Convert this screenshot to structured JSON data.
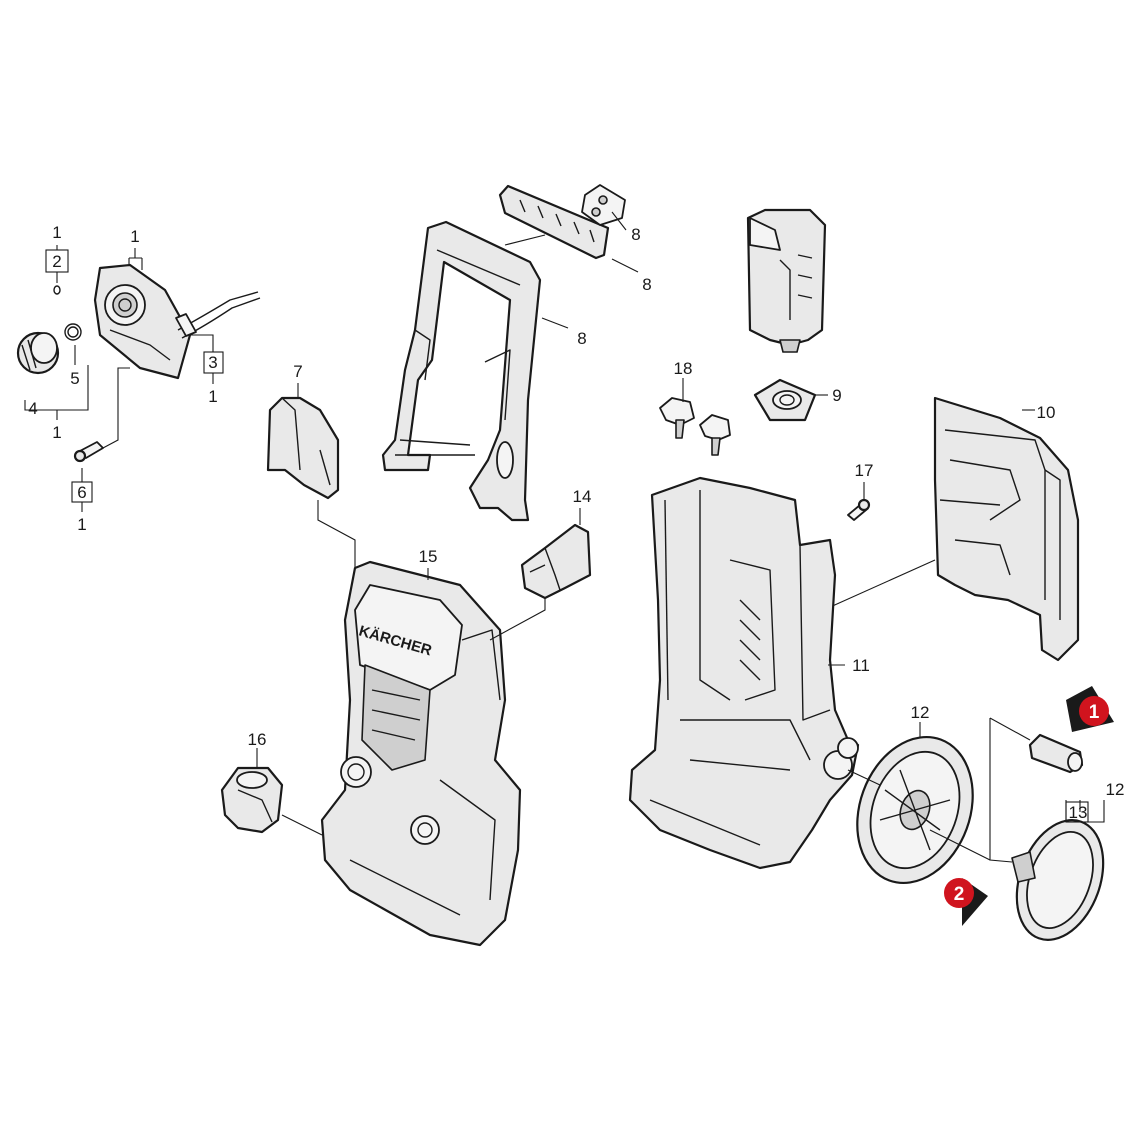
{
  "callouts": {
    "c1_top": "1",
    "c2": "2",
    "c1_inlet": "1",
    "c3": "3",
    "c1_below3": "1",
    "c5": "5",
    "c4": "4",
    "c1_leftgroup": "1",
    "c6": "6",
    "c1_bottom": "1",
    "c7": "7",
    "c8_a": "8",
    "c8_b": "8",
    "c8_c": "8",
    "c9": "9",
    "c10": "10",
    "c11": "11",
    "c12_wheel": "12",
    "c12_right": "12",
    "c13": "13",
    "c14": "14",
    "c15": "15",
    "c16": "16",
    "c17": "17",
    "c18": "18"
  },
  "brand_text": "KÄRCHER",
  "badges": {
    "badge1": "1",
    "badge2": "2",
    "color": "#d0141e"
  }
}
